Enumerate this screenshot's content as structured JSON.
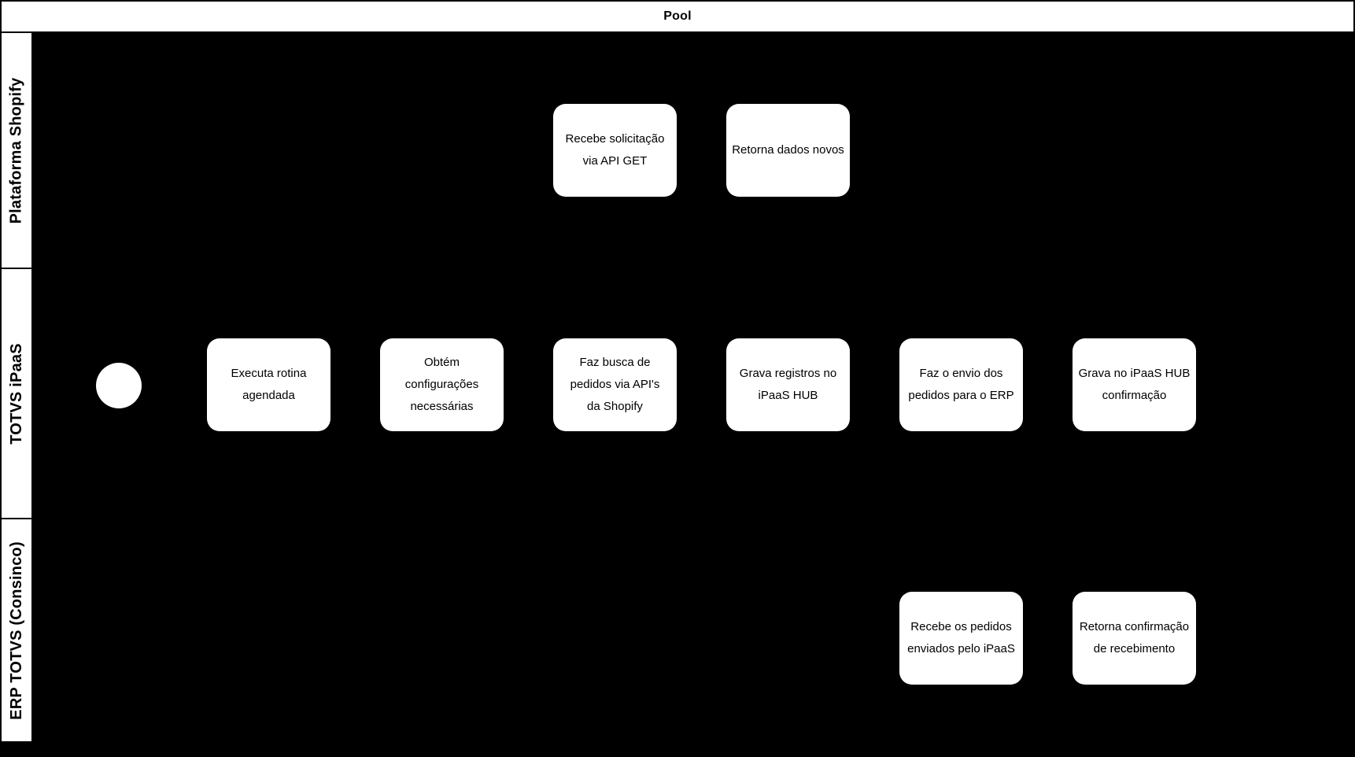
{
  "pool": {
    "label": "Pool"
  },
  "lanes": [
    {
      "label": "Plataforma Shopify",
      "tasks": [
        {
          "label": "Recebe solicitação\nvia API GET"
        },
        {
          "label": "Retorna dados novos"
        }
      ]
    },
    {
      "label": "TOTVS iPaaS",
      "start_event": {
        "shape": "circle"
      },
      "tasks": [
        {
          "label": "Executa rotina\nagendada"
        },
        {
          "label": "Obtém\nconfigurações\nnecessárias"
        },
        {
          "label": "Faz busca de\npedidos via API's\nda Shopify"
        },
        {
          "label": "Grava registros no\niPaaS HUB"
        },
        {
          "label": "Faz o envio dos\npedidos para o ERP"
        },
        {
          "label": "Grava no iPaaS HUB\nconfirmação"
        }
      ]
    },
    {
      "label": "ERP TOTVS (Consinco)",
      "tasks": [
        {
          "label": "Recebe os pedidos\nenviados pelo iPaaS"
        },
        {
          "label": "Retorna confirmação\nde recebimento"
        }
      ]
    }
  ],
  "colors": {
    "background": "#000000",
    "shape_fill": "#ffffff",
    "text": "#000000"
  }
}
